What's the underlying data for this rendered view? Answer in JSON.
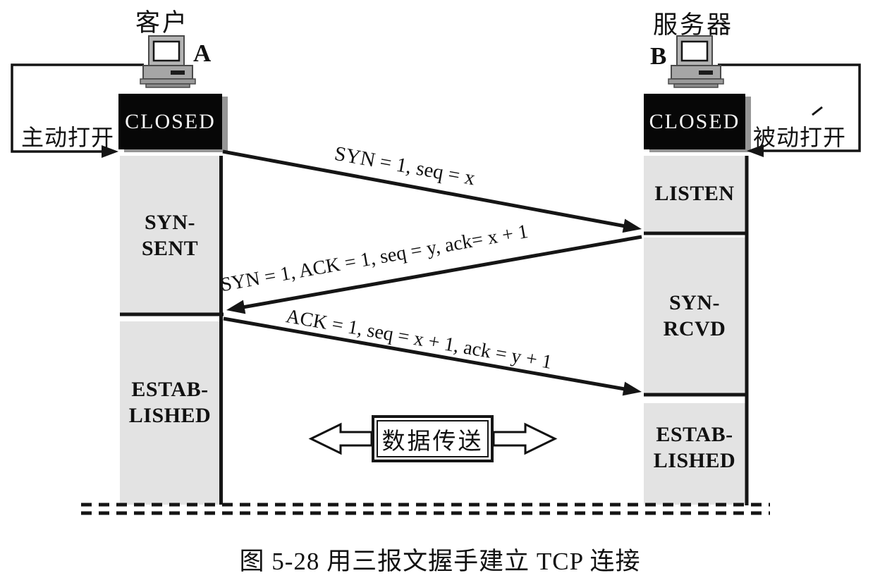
{
  "figure": {
    "caption": "图 5-28 用三报文握手建立 TCP 连接"
  },
  "client": {
    "title": "客户",
    "host_letter": "A",
    "open_label": "主动打开",
    "states": {
      "closed": "CLOSED",
      "syn_sent_line1": "SYN-",
      "syn_sent_line2": "SENT",
      "established_line1": "ESTAB-",
      "established_line2": "LISHED"
    }
  },
  "server": {
    "title": "服务器",
    "host_letter": "B",
    "open_label": "被动打开",
    "states": {
      "closed": "CLOSED",
      "listen": "LISTEN",
      "syn_rcvd_line1": "SYN-",
      "syn_rcvd_line2": "RCVD",
      "established_line1": "ESTAB-",
      "established_line2": "LISHED"
    }
  },
  "messages": {
    "syn": "SYN = 1, seq = x",
    "syn_ack": "SYN = 1, ACK = 1, seq = y, ack= x + 1",
    "ack": "ACK = 1, seq = x + 1, ack = y + 1"
  },
  "data_transfer": {
    "label": "数据传送"
  },
  "icons": {
    "client_host": "desktop-computer-icon",
    "server_host": "desktop-computer-icon",
    "data_left": "hollow-arrow-left-icon",
    "data_right": "hollow-arrow-right-icon"
  },
  "colors": {
    "box_gray": "#e3e3e3",
    "box_black": "#070707",
    "line": "#151515"
  }
}
